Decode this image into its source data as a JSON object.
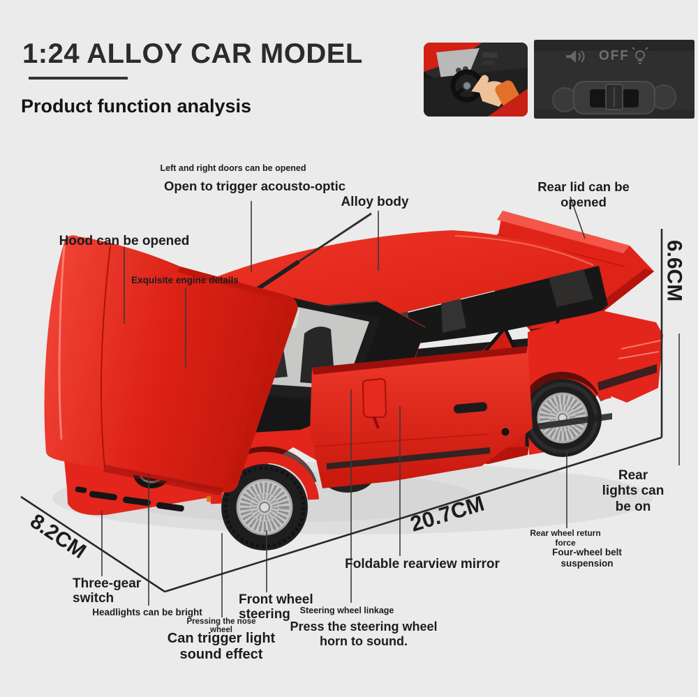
{
  "header": {
    "title": "1:24 ALLOY CAR MODEL",
    "subtitle": "Product function analysis"
  },
  "inset_photos": {
    "horn_demo": {
      "icon": "pointing-hand-on-steering-wheel"
    },
    "switch_panel": {
      "off_label": "OFF",
      "icons": [
        "speaker-icon",
        "bulb-icon"
      ]
    }
  },
  "annotations": {
    "doors_small": "Left and right doors can be opened",
    "doors_big": "Open to trigger acousto-optic",
    "alloy_body": "Alloy body",
    "rear_lid": "Rear lid can be opened",
    "hood": "Hood can be opened",
    "engine": "Exquisite engine details",
    "rear_lights": "Rear lights can be on",
    "rear_wheel_return": "Rear wheel return\nforce",
    "four_wheel": "Four-wheel belt suspension",
    "foldable_mirror": "Foldable rearview mirror",
    "three_gear": "Three-gear\nswitch",
    "headlights": "Headlights can be bright",
    "pressing_nose": "Pressing the nose\nwheel",
    "can_trigger": "Can trigger light\nsound effect",
    "front_wheel": "Front wheel\nsteering",
    "steering_linkage": "Steering wheel linkage",
    "press_steering": "Press the steering wheel\nhorn to sound."
  },
  "dimensions": {
    "height": "6.6CM",
    "length": "20.7CM",
    "width": "8.2CM"
  },
  "colors": {
    "background": "#ebebeb",
    "car_red": "#e3251b",
    "car_red_dark": "#b5140d",
    "leader_line": "#3a3a3a",
    "text": "#1c1c1c"
  }
}
